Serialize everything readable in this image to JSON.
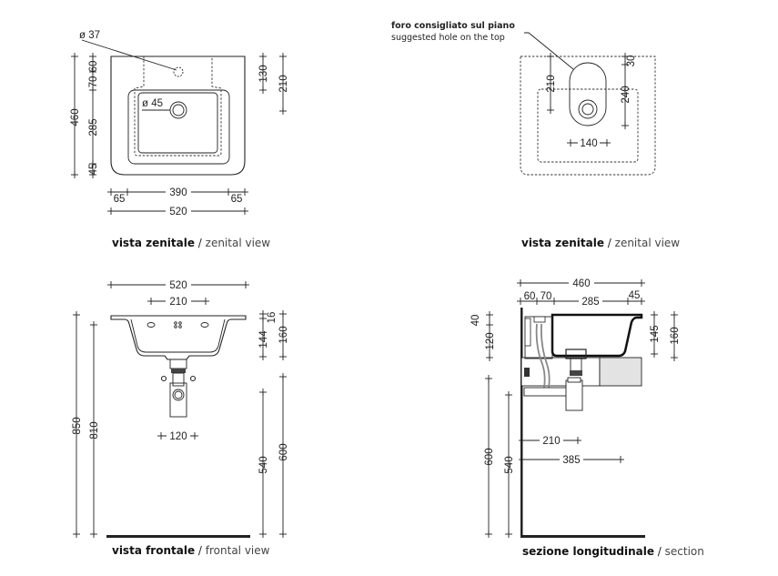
{
  "views": {
    "top_left": {
      "caption_it": "vista zenitale",
      "caption_sep": " / ",
      "caption_en": "zenital view",
      "labels": {
        "tap_hole": "ø 37",
        "drain": "ø 45",
        "d460": "460",
        "d60": "60",
        "d70": "70",
        "d285": "285",
        "d45": "45",
        "d130": "130",
        "d210": "210",
        "d65a": "65",
        "d390": "390",
        "d65b": "65",
        "d520": "520"
      }
    },
    "top_right": {
      "caption_it": "vista zenitale",
      "caption_sep": " / ",
      "caption_en": "zenital view",
      "note_it": "foro consigliato sul piano",
      "note_en": "suggested hole on the top",
      "labels": {
        "d210": "210",
        "d30": "30",
        "d240": "240",
        "d140": "140"
      }
    },
    "front": {
      "caption_it": "vista frontale",
      "caption_sep": " / ",
      "caption_en": "frontal view",
      "labels": {
        "d520": "520",
        "d210": "210",
        "d16": "16",
        "d144": "144",
        "d160": "160",
        "d850": "850",
        "d810": "810",
        "d120": "120",
        "d540": "540",
        "d600": "600"
      }
    },
    "section": {
      "caption_it": "sezione longitudinale",
      "caption_sep": " / ",
      "caption_en": "section",
      "labels": {
        "d460": "460",
        "d60": "60",
        "d70": "70",
        "d285": "285",
        "d45": "45",
        "d40": "40",
        "d120": "120",
        "d145": "145",
        "d160": "160",
        "d600": "600",
        "d540": "540",
        "d210": "210",
        "d385": "385"
      }
    }
  },
  "colors": {
    "line": "#222222",
    "cabinet_fill": "#e3e3e3",
    "floor": "#222222"
  }
}
